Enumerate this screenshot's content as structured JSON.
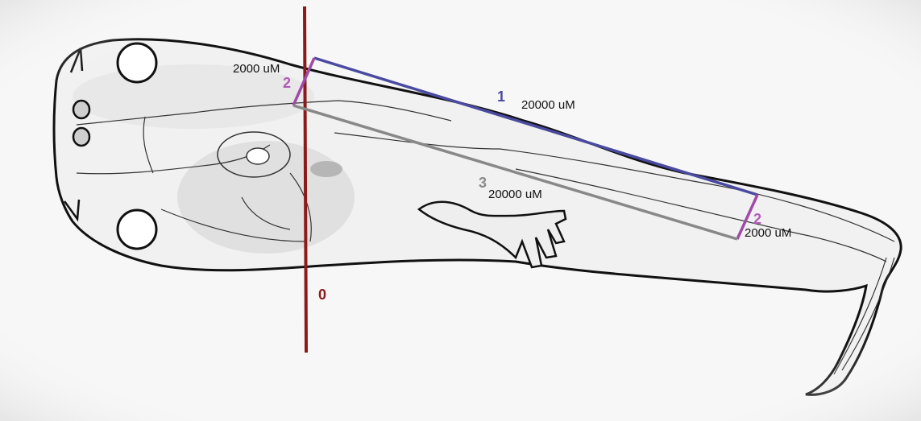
{
  "labels": {
    "zero": "0",
    "one": "1",
    "two_top": "2",
    "two_right": "2",
    "three": "3"
  },
  "measurements": {
    "top_2000": "2000 uM",
    "line1_20000": "20000 uM",
    "line3_20000": "20000 uM",
    "right_2000": "2000 uM"
  },
  "colors": {
    "line0": "#8b1a1a",
    "line1": "#4a4aa0",
    "line2": "#a04aa8",
    "line3": "#888888",
    "label0": "#8b1a1a",
    "label1": "#4a4aa0",
    "label2": "#b05ab8",
    "label3": "#8a8a8a"
  }
}
